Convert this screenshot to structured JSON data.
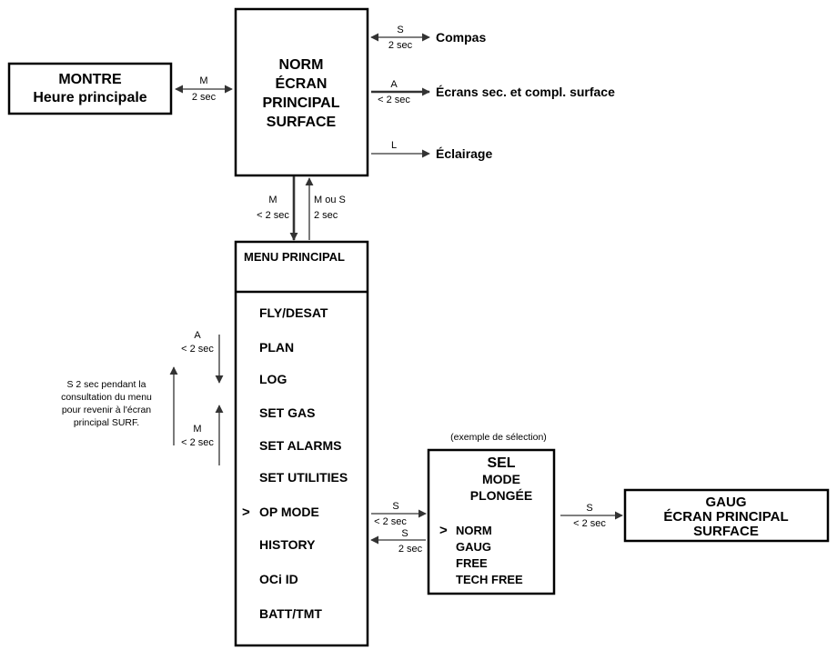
{
  "montre": {
    "line1": "MONTRE",
    "line2": "Heure principale"
  },
  "norm": {
    "line1": "NORM",
    "line2": "ÉCRAN",
    "line3": "PRINCIPAL",
    "line4": "SURFACE"
  },
  "link_montre_norm": {
    "top": "M",
    "bottom": "2 sec"
  },
  "compas": {
    "top": "S",
    "bottom": "2 sec",
    "label": "Compas"
  },
  "ecrans": {
    "top": "A",
    "bottom": "< 2 sec",
    "label": "Écrans sec. et compl. surface"
  },
  "eclairage": {
    "top": "L",
    "label": "Éclairage"
  },
  "down_link": {
    "top": "M",
    "bottom": "< 2 sec"
  },
  "up_link": {
    "top": "M ou S",
    "bottom": "2 sec"
  },
  "menu": {
    "title": "MENU PRINCIPAL",
    "items": [
      "FLY/DESAT",
      "PLAN",
      "LOG",
      "SET GAS",
      "SET ALARMS",
      "SET UTILITIES",
      "OP MODE",
      "HISTORY",
      "OCi ID",
      "BATT/TMT"
    ],
    "selector": ">"
  },
  "scroll_a": {
    "top": "A",
    "bottom": "< 2 sec"
  },
  "scroll_m": {
    "top": "M",
    "bottom": "< 2 sec"
  },
  "note": {
    "l1": "S 2 sec pendant la",
    "l2": "consultation du menu",
    "l3": "pour revenir à l'écran",
    "l4": "principal SURF."
  },
  "sel_caption": "(exemple de sélection)",
  "sel": {
    "title": "SEL",
    "line2": "MODE",
    "line3": "PLONGÉE",
    "items": [
      "NORM",
      "GAUG",
      "FREE",
      "TECH FREE"
    ],
    "selector": ">"
  },
  "menu_to_sel": {
    "top": "S",
    "bottom": "< 2 sec"
  },
  "sel_to_menu": {
    "top": "S",
    "bottom": "2 sec"
  },
  "sel_to_gaug": {
    "top": "S",
    "bottom": "< 2 sec"
  },
  "gaug": {
    "line1": "GAUG",
    "line2": "ÉCRAN PRINCIPAL",
    "line3": "SURFACE"
  }
}
